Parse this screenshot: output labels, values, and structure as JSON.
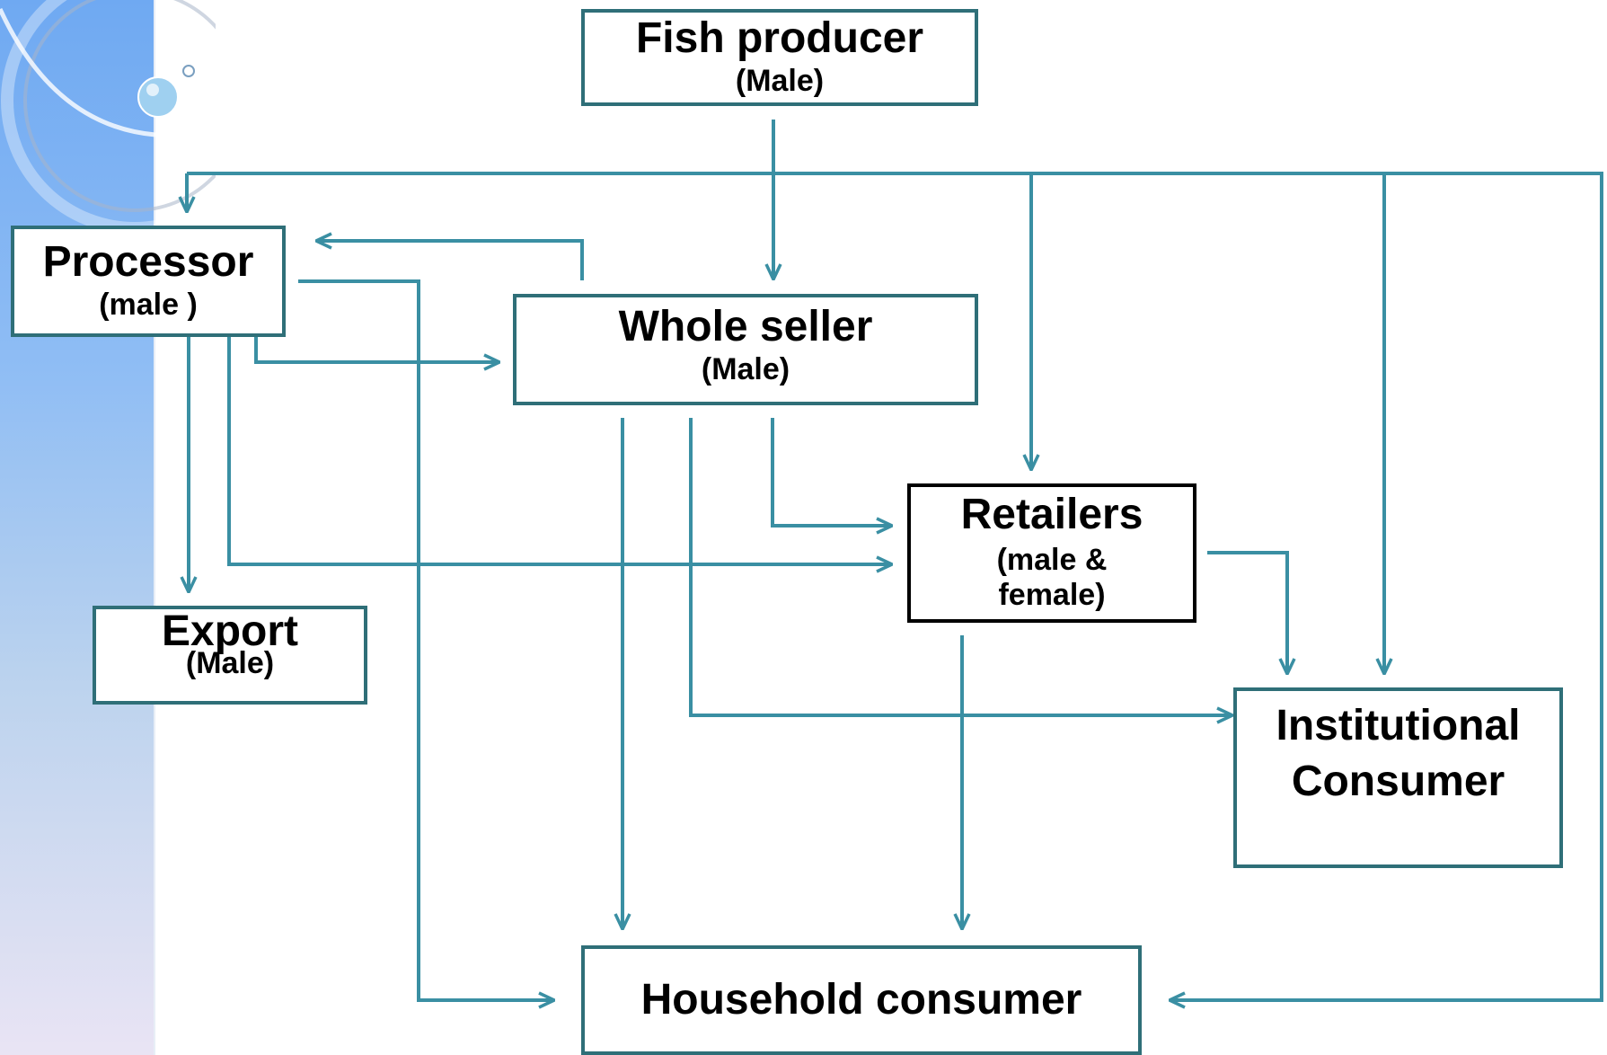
{
  "diagram": {
    "nodes": {
      "fish_producer": {
        "label": "Fish producer",
        "sub": "(Male)"
      },
      "processor": {
        "label": "Processor",
        "sub": "(male )"
      },
      "whole_seller": {
        "label": "Whole seller",
        "sub": "(Male)"
      },
      "retailers": {
        "label": "Retailers",
        "sub_line1": "(male &",
        "sub_line2": "female)"
      },
      "export": {
        "label": "Export",
        "sub": "(Male)"
      },
      "institutional_consumer": {
        "label_line1": "Institutional",
        "label_line2": "Consumer"
      },
      "household_consumer": {
        "label": "Household consumer"
      }
    },
    "edges": [
      {
        "from": "Fish producer",
        "to": "Whole seller"
      },
      {
        "from": "Fish producer",
        "to": "Processor"
      },
      {
        "from": "Fish producer",
        "to": "Retailers"
      },
      {
        "from": "Fish producer",
        "to": "Institutional Consumer"
      },
      {
        "from": "Fish producer",
        "to": "Household consumer"
      },
      {
        "from": "Whole seller",
        "to": "Processor"
      },
      {
        "from": "Processor",
        "to": "Whole seller"
      },
      {
        "from": "Processor",
        "to": "Export"
      },
      {
        "from": "Processor",
        "to": "Retailers"
      },
      {
        "from": "Processor",
        "to": "Household consumer"
      },
      {
        "from": "Whole seller",
        "to": "Retailers"
      },
      {
        "from": "Whole seller",
        "to": "Institutional Consumer"
      },
      {
        "from": "Whole seller",
        "to": "Household consumer"
      },
      {
        "from": "Retailers",
        "to": "Institutional Consumer"
      },
      {
        "from": "Retailers",
        "to": "Household consumer"
      }
    ],
    "colors": {
      "arrow": "#3a8fa3",
      "box_border": "#2f6f78",
      "retailers_border": "#000000",
      "text": "#000000"
    }
  }
}
